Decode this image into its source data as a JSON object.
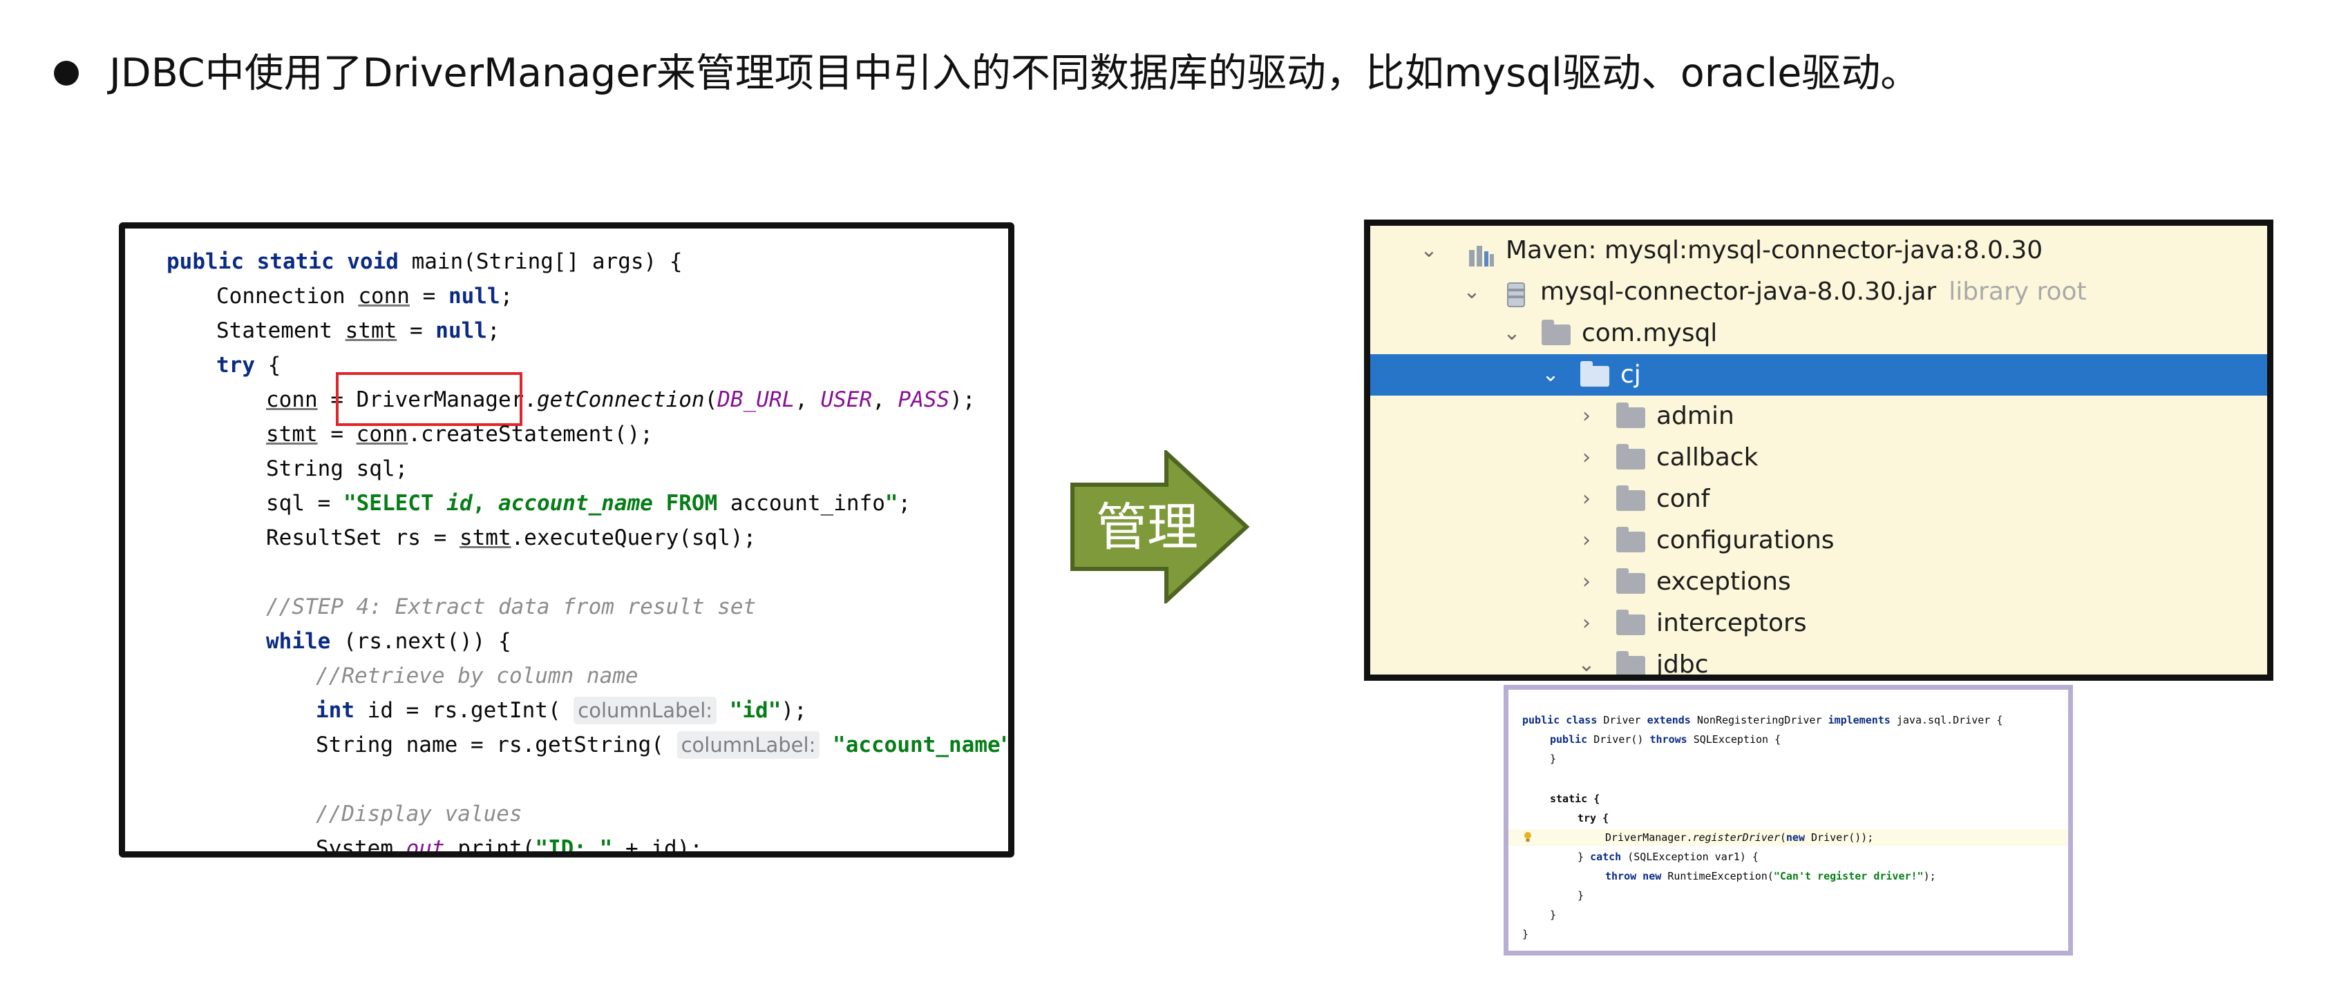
{
  "headline": {
    "text": "JDBC中使用了DriverManager来管理项目中引入的不同数据库的驱动，比如mysql驱动、oracle驱动。"
  },
  "main_code": {
    "lines": [
      "public static void main(String[] args) {",
      "Connection conn = null;",
      "Statement stmt = null;",
      "try {",
      "conn = DriverManager.getConnection(DB_URL, USER, PASS);",
      "stmt = conn.createStatement();",
      "String sql;",
      "sql = \"SELECT id, account_name FROM account_info\";",
      "ResultSet rs = stmt.executeQuery(sql);",
      "//STEP 4: Extract data from result set",
      "while (rs.next()) {",
      "//Retrieve by column name",
      "int id = rs.getInt( columnLabel: \"id\");",
      "String name = rs.getString( columnLabel: \"account_name\");",
      "//Display values",
      "System.out.print(\"ID: \" + id);"
    ]
  },
  "arrow": {
    "label": "管理",
    "fill_color": "#7f9a3a"
  },
  "tree": {
    "rows": [
      {
        "label": "Maven: mysql:mysql-connector-java:8.0.30",
        "suffix": ""
      },
      {
        "label": "mysql-connector-java-8.0.30.jar",
        "suffix": "library root"
      },
      {
        "label": "com.mysql",
        "suffix": ""
      },
      {
        "label": "cj",
        "suffix": ""
      },
      {
        "label": "admin",
        "suffix": ""
      },
      {
        "label": "callback",
        "suffix": ""
      },
      {
        "label": "conf",
        "suffix": ""
      },
      {
        "label": "configurations",
        "suffix": ""
      },
      {
        "label": "exceptions",
        "suffix": ""
      },
      {
        "label": "interceptors",
        "suffix": ""
      },
      {
        "label": "jdbc",
        "suffix": ""
      }
    ],
    "selected_color": "#2675c8"
  },
  "driver_code": {
    "lines": [
      "public class Driver extends NonRegisteringDriver implements java.sql.Driver {",
      "public Driver() throws SQLException {",
      "}",
      "static {",
      "try {",
      "DriverManager.registerDriver(new Driver());",
      "} catch (SQLException var1) {",
      "throw new RuntimeException(\"Can't register driver!\");",
      "}",
      "}",
      "}"
    ]
  }
}
